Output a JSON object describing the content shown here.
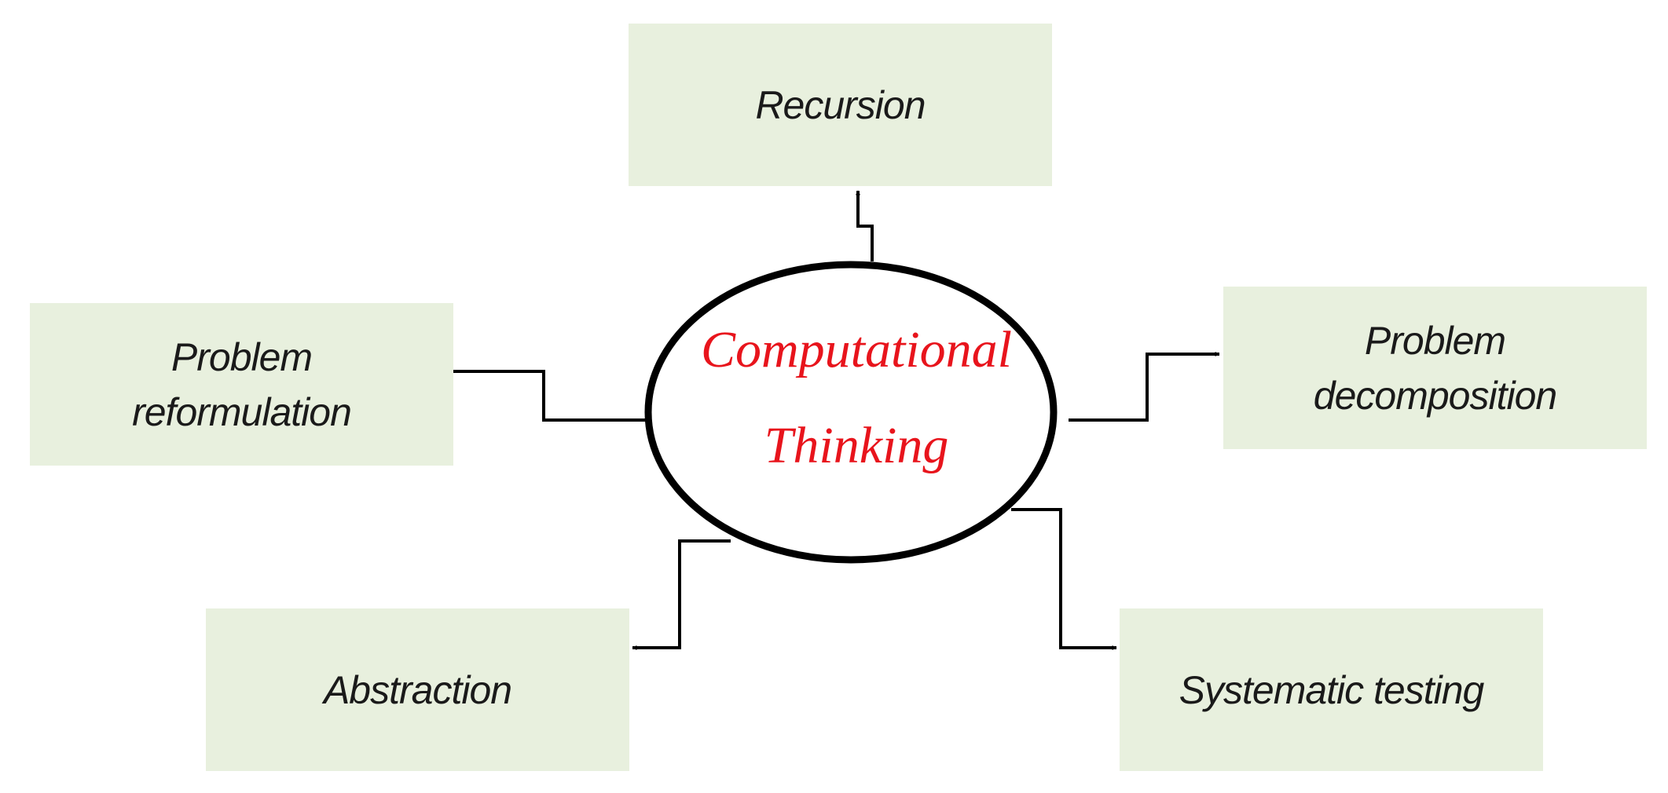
{
  "diagram": {
    "center": {
      "line1": "Computational",
      "line2": "Thinking"
    },
    "nodes": {
      "recursion": "Recursion",
      "reformulation": "Problem\nreformulation",
      "decomposition": "Problem\ndecomposition",
      "abstraction": "Abstraction",
      "testing": "Systematic testing"
    },
    "colors": {
      "box_fill": "#e8f0de",
      "center_text": "#e8141c",
      "line": "#000000"
    }
  }
}
